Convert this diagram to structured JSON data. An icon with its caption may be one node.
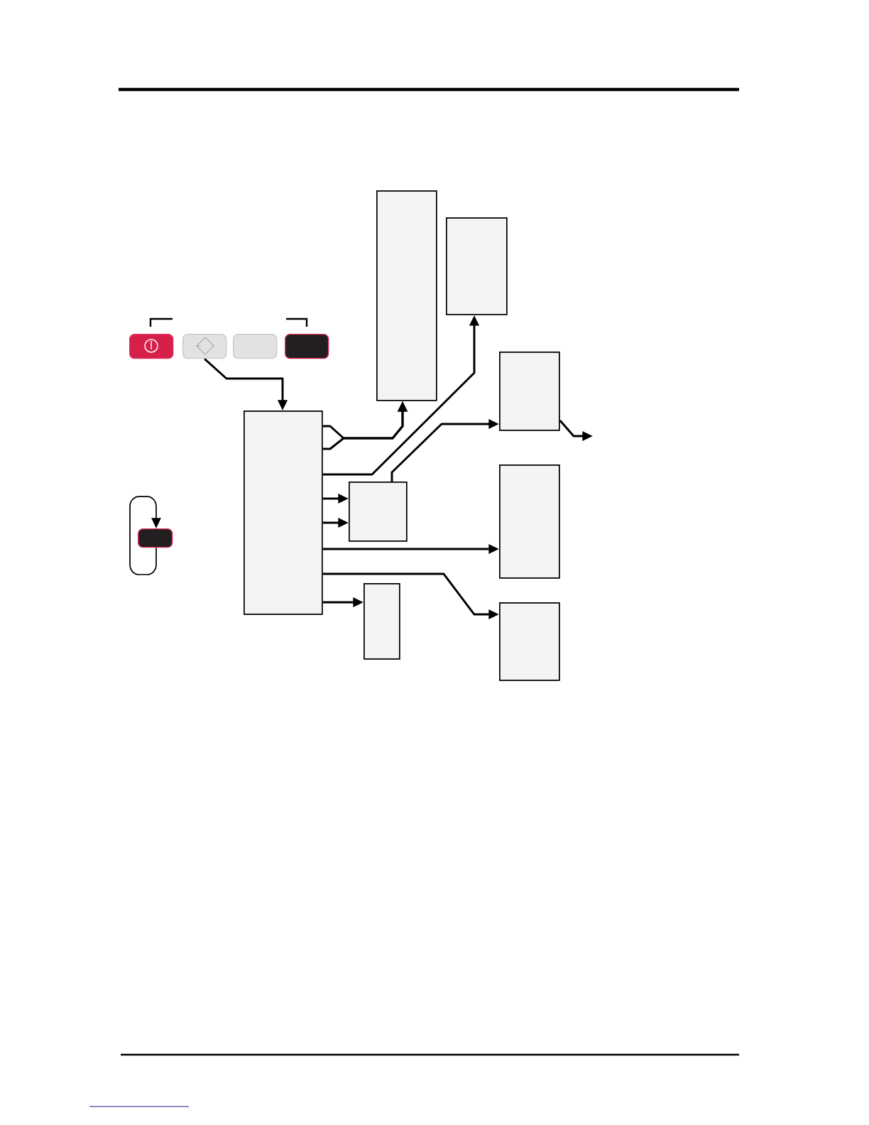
{
  "diagram": {
    "nodes": [
      {
        "text": [],
        "shape": "button"
      },
      {
        "text": [],
        "shape": "button"
      },
      {
        "text": [],
        "shape": "button"
      },
      {
        "text": [],
        "shape": "button"
      },
      {
        "text": [],
        "shape": "box"
      },
      {
        "text": [],
        "shape": "box"
      },
      {
        "text": [],
        "shape": "box"
      },
      {
        "text": [],
        "shape": "box"
      },
      {
        "text": [],
        "shape": "box"
      },
      {
        "text": [],
        "shape": "box"
      },
      {
        "text": [],
        "shape": "box"
      },
      {
        "text": [],
        "shape": "box"
      },
      {
        "text": [],
        "shape": "button"
      }
    ],
    "edges": [
      {
        "from": 1,
        "to": 4,
        "arrow": "to"
      },
      {
        "from": 4,
        "to": 5,
        "arrow": "to"
      },
      {
        "from": 4,
        "to": 5,
        "arrow": "to"
      },
      {
        "from": 4,
        "to": 6,
        "arrow": "to"
      },
      {
        "from": 8,
        "to": 7,
        "arrow": "to"
      },
      {
        "from": 4,
        "to": 8,
        "arrow": "to"
      },
      {
        "from": 4,
        "to": 8,
        "arrow": "to"
      },
      {
        "from": 4,
        "to": 9,
        "arrow": "to"
      },
      {
        "from": 4,
        "to": 11,
        "arrow": "to"
      },
      {
        "from": 4,
        "to": 10,
        "arrow": "to"
      },
      {
        "from": 7,
        "to": null,
        "arrow": "to"
      },
      {
        "from": 12,
        "to": 12,
        "arrow": "to"
      }
    ]
  }
}
